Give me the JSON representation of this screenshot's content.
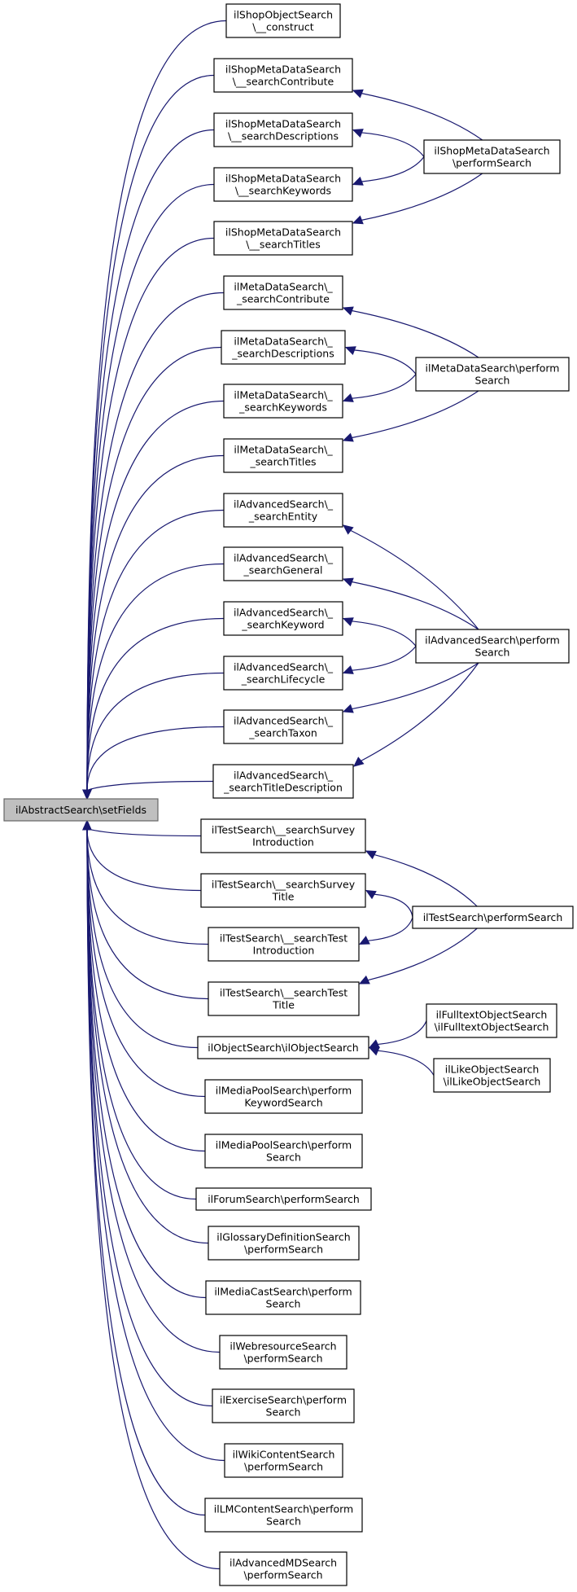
{
  "diagram": {
    "type": "call-graph",
    "root": {
      "id": "root",
      "label": [
        "ilAbstractSearch\\setFields"
      ]
    },
    "nodes": [
      {
        "id": "shopobj",
        "label": [
          "ilShopObjectSearch",
          "\\__construct"
        ]
      },
      {
        "id": "shopmd_contrib",
        "label": [
          "ilShopMetaDataSearch",
          "\\__searchContribute"
        ]
      },
      {
        "id": "shopmd_desc",
        "label": [
          "ilShopMetaDataSearch",
          "\\__searchDescriptions"
        ]
      },
      {
        "id": "shopmd_kw",
        "label": [
          "ilShopMetaDataSearch",
          "\\__searchKeywords"
        ]
      },
      {
        "id": "shopmd_titles",
        "label": [
          "ilShopMetaDataSearch",
          "\\__searchTitles"
        ]
      },
      {
        "id": "shopmd_perform",
        "label": [
          "ilShopMetaDataSearch",
          "\\performSearch"
        ]
      },
      {
        "id": "md_contrib",
        "label": [
          "ilMetaDataSearch\\_",
          "_searchContribute"
        ]
      },
      {
        "id": "md_desc",
        "label": [
          "ilMetaDataSearch\\_",
          "_searchDescriptions"
        ]
      },
      {
        "id": "md_kw",
        "label": [
          "ilMetaDataSearch\\_",
          "_searchKeywords"
        ]
      },
      {
        "id": "md_titles",
        "label": [
          "ilMetaDataSearch\\_",
          "_searchTitles"
        ]
      },
      {
        "id": "md_perform",
        "label": [
          "ilMetaDataSearch\\perform",
          "Search"
        ]
      },
      {
        "id": "adv_entity",
        "label": [
          "ilAdvancedSearch\\_",
          "_searchEntity"
        ]
      },
      {
        "id": "adv_general",
        "label": [
          "ilAdvancedSearch\\_",
          "_searchGeneral"
        ]
      },
      {
        "id": "adv_kw",
        "label": [
          "ilAdvancedSearch\\_",
          "_searchKeyword"
        ]
      },
      {
        "id": "adv_life",
        "label": [
          "ilAdvancedSearch\\_",
          "_searchLifecycle"
        ]
      },
      {
        "id": "adv_taxon",
        "label": [
          "ilAdvancedSearch\\_",
          "_searchTaxon"
        ]
      },
      {
        "id": "adv_titledesc",
        "label": [
          "ilAdvancedSearch\\_",
          "_searchTitleDescription"
        ]
      },
      {
        "id": "adv_perform",
        "label": [
          "ilAdvancedSearch\\perform",
          "Search"
        ]
      },
      {
        "id": "test_survintro",
        "label": [
          "ilTestSearch\\__searchSurvey",
          "Introduction"
        ]
      },
      {
        "id": "test_survtitle",
        "label": [
          "ilTestSearch\\__searchSurvey",
          "Title"
        ]
      },
      {
        "id": "test_testintro",
        "label": [
          "ilTestSearch\\__searchTest",
          "Introduction"
        ]
      },
      {
        "id": "test_testtitle",
        "label": [
          "ilTestSearch\\__searchTest",
          "Title"
        ]
      },
      {
        "id": "test_perform",
        "label": [
          "ilTestSearch\\performSearch"
        ]
      },
      {
        "id": "objsearch",
        "label": [
          "ilObjectSearch\\ilObjectSearch"
        ]
      },
      {
        "id": "fulltext",
        "label": [
          "ilFulltextObjectSearch",
          "\\ilFulltextObjectSearch"
        ]
      },
      {
        "id": "like",
        "label": [
          "ilLikeObjectSearch",
          "\\ilLikeObjectSearch"
        ]
      },
      {
        "id": "mp_kw",
        "label": [
          "ilMediaPoolSearch\\perform",
          "KeywordSearch"
        ]
      },
      {
        "id": "mp_perform",
        "label": [
          "ilMediaPoolSearch\\perform",
          "Search"
        ]
      },
      {
        "id": "forum",
        "label": [
          "ilForumSearch\\performSearch"
        ]
      },
      {
        "id": "glossary",
        "label": [
          "ilGlossaryDefinitionSearch",
          "\\performSearch"
        ]
      },
      {
        "id": "mediacast",
        "label": [
          "ilMediaCastSearch\\perform",
          "Search"
        ]
      },
      {
        "id": "webres",
        "label": [
          "ilWebresourceSearch",
          "\\performSearch"
        ]
      },
      {
        "id": "exercise",
        "label": [
          "ilExerciseSearch\\perform",
          "Search"
        ]
      },
      {
        "id": "wiki",
        "label": [
          "ilWikiContentSearch",
          "\\performSearch"
        ]
      },
      {
        "id": "lmcontent",
        "label": [
          "ilLMContentSearch\\perform",
          "Search"
        ]
      },
      {
        "id": "advmd",
        "label": [
          "ilAdvancedMDSearch",
          "\\performSearch"
        ]
      }
    ],
    "edges": [
      {
        "from": "shopobj",
        "to": "root"
      },
      {
        "from": "shopmd_contrib",
        "to": "root"
      },
      {
        "from": "shopmd_desc",
        "to": "root"
      },
      {
        "from": "shopmd_kw",
        "to": "root"
      },
      {
        "from": "shopmd_titles",
        "to": "root"
      },
      {
        "from": "md_contrib",
        "to": "root"
      },
      {
        "from": "md_desc",
        "to": "root"
      },
      {
        "from": "md_kw",
        "to": "root"
      },
      {
        "from": "md_titles",
        "to": "root"
      },
      {
        "from": "adv_entity",
        "to": "root"
      },
      {
        "from": "adv_general",
        "to": "root"
      },
      {
        "from": "adv_kw",
        "to": "root"
      },
      {
        "from": "adv_life",
        "to": "root"
      },
      {
        "from": "adv_taxon",
        "to": "root"
      },
      {
        "from": "adv_titledesc",
        "to": "root"
      },
      {
        "from": "test_survintro",
        "to": "root"
      },
      {
        "from": "test_survtitle",
        "to": "root"
      },
      {
        "from": "test_testintro",
        "to": "root"
      },
      {
        "from": "test_testtitle",
        "to": "root"
      },
      {
        "from": "objsearch",
        "to": "root"
      },
      {
        "from": "mp_kw",
        "to": "root"
      },
      {
        "from": "mp_perform",
        "to": "root"
      },
      {
        "from": "forum",
        "to": "root"
      },
      {
        "from": "glossary",
        "to": "root"
      },
      {
        "from": "mediacast",
        "to": "root"
      },
      {
        "from": "webres",
        "to": "root"
      },
      {
        "from": "exercise",
        "to": "root"
      },
      {
        "from": "wiki",
        "to": "root"
      },
      {
        "from": "lmcontent",
        "to": "root"
      },
      {
        "from": "advmd",
        "to": "root"
      },
      {
        "from": "shopmd_perform",
        "to": "shopmd_contrib"
      },
      {
        "from": "shopmd_perform",
        "to": "shopmd_desc"
      },
      {
        "from": "shopmd_perform",
        "to": "shopmd_kw"
      },
      {
        "from": "shopmd_perform",
        "to": "shopmd_titles"
      },
      {
        "from": "md_perform",
        "to": "md_contrib"
      },
      {
        "from": "md_perform",
        "to": "md_desc"
      },
      {
        "from": "md_perform",
        "to": "md_kw"
      },
      {
        "from": "md_perform",
        "to": "md_titles"
      },
      {
        "from": "adv_perform",
        "to": "adv_entity"
      },
      {
        "from": "adv_perform",
        "to": "adv_general"
      },
      {
        "from": "adv_perform",
        "to": "adv_kw"
      },
      {
        "from": "adv_perform",
        "to": "adv_life"
      },
      {
        "from": "adv_perform",
        "to": "adv_taxon"
      },
      {
        "from": "adv_perform",
        "to": "adv_titledesc"
      },
      {
        "from": "test_perform",
        "to": "test_survintro"
      },
      {
        "from": "test_perform",
        "to": "test_survtitle"
      },
      {
        "from": "test_perform",
        "to": "test_testintro"
      },
      {
        "from": "test_perform",
        "to": "test_testtitle"
      },
      {
        "from": "fulltext",
        "to": "objsearch"
      },
      {
        "from": "like",
        "to": "objsearch"
      }
    ],
    "colors": {
      "edge": "#191970",
      "root_fill": "#bfbfbf",
      "node_fill": "#ffffff"
    }
  }
}
